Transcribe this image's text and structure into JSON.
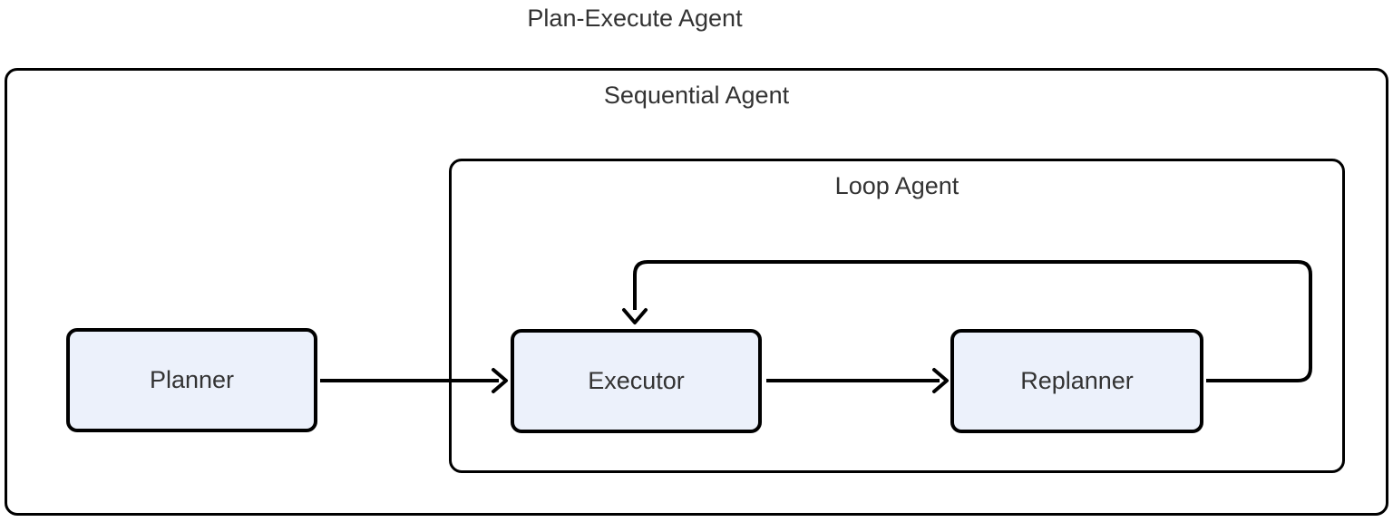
{
  "diagram": {
    "title": "Plan-Execute Agent",
    "containers": {
      "sequential": {
        "label": "Sequential Agent"
      },
      "loop": {
        "label": "Loop Agent"
      }
    },
    "nodes": {
      "planner": {
        "label": "Planner"
      },
      "executor": {
        "label": "Executor"
      },
      "replanner": {
        "label": "Replanner"
      }
    },
    "edges": [
      {
        "from": "Planner",
        "to": "Executor",
        "style": "arrow"
      },
      {
        "from": "Executor",
        "to": "Replanner",
        "style": "arrow"
      },
      {
        "from": "Replanner",
        "to": "Executor",
        "style": "loop-back-arrow"
      }
    ],
    "colors": {
      "background": "#FFFFFF",
      "node_fill": "#ECF1FB",
      "stroke": "#000000",
      "text": "#333333"
    }
  }
}
